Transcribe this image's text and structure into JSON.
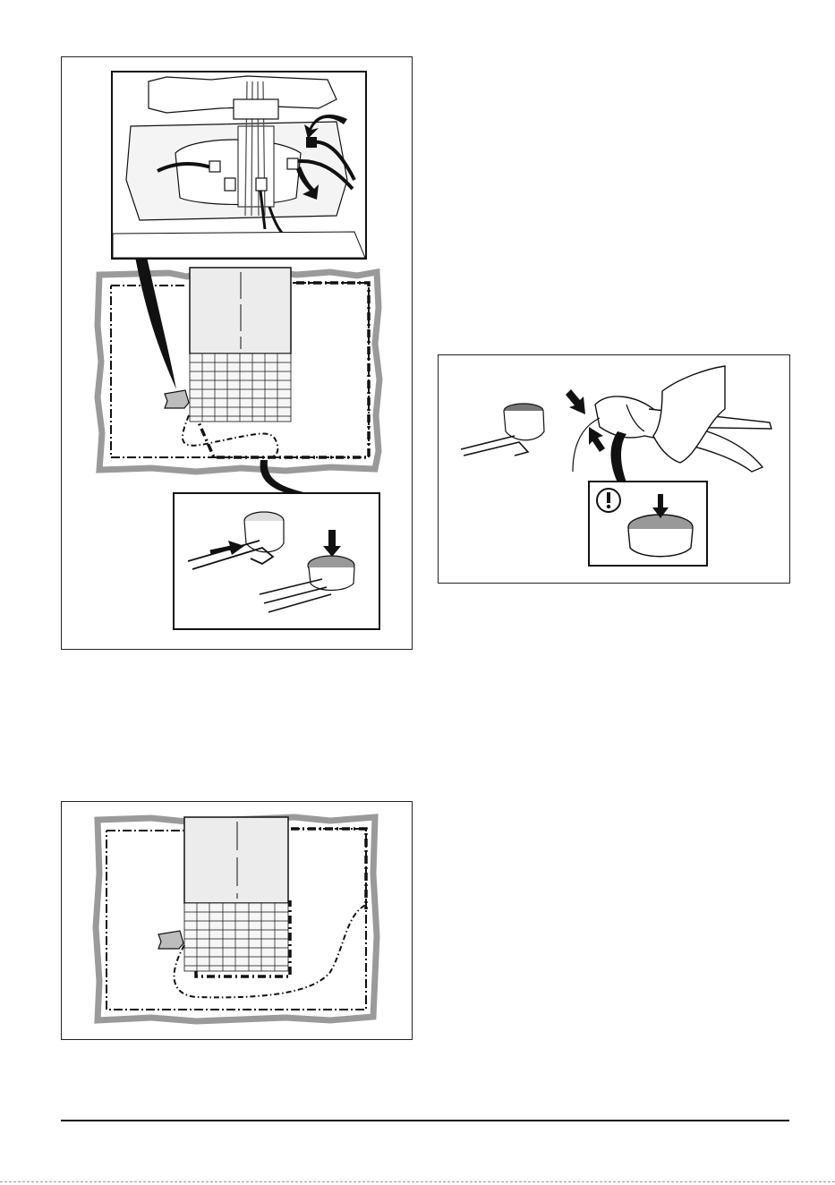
{
  "page": {
    "figures": [
      {
        "id": "fig-connect-guide-to-station"
      },
      {
        "id": "fig-splicing-coupler"
      },
      {
        "id": "fig-guide-wire-route"
      }
    ]
  },
  "icons": {
    "warning": "exclamation-icon",
    "press_arrow": "arrow-icon"
  },
  "colors": {
    "ink": "#111111",
    "fill_light": "#ececec",
    "fill_mid": "#bdbdbd",
    "lawn_border": "#9a9a9a"
  }
}
